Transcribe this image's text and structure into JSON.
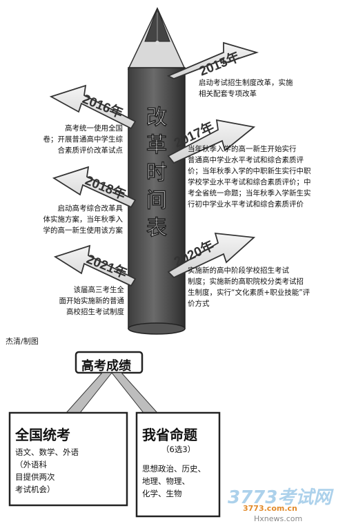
{
  "pencil_title": [
    "改",
    "革",
    "时",
    "间",
    "表"
  ],
  "timeline": [
    {
      "year": "2015年",
      "text": "启动考试招生制度改革，实施\n相关配套专项改革"
    },
    {
      "year": "2016年",
      "text": "高考统一使用全国\n卷；开展普通高中学生综\n合素质评价改革试点"
    },
    {
      "year": "2017年",
      "text": "当年秋季入学的高一新生开始实行\n普通高中学业水平考试和综合素质评\n价；当年秋季入学的中职新生实行中职\n学校学业水平考试和综合素质评价；中\n考全省统一命题；当年秋季入学新生实\n行初中学业水平考试和综合素质评价"
    },
    {
      "year": "2018年",
      "text": "启动高考综合改革具\n体实施方案，当年秋季入\n学的高一新生使用该方案"
    },
    {
      "year": "2020年",
      "text": "实施新的高中阶段学校招生考试\n制度；实施新的高职院校分类考试招\n生制度，实行“文化素质+职业技能”评\n价方式"
    },
    {
      "year": "2021年",
      "text": "该届高三考生全\n面开始实施新的普通\n高校招生考试制度"
    }
  ],
  "credit": "杰清/制图",
  "scores": {
    "title": "高考成绩",
    "left_title": "全国统考",
    "left_text": "语文、数学、外语\n（外语科\n目提供两次\n考试机会）",
    "right_title": "我省命题",
    "right_sub": "（6选3）",
    "right_text": "思想政治、历史、\n地理、物理、\n化学、生物"
  },
  "watermark": {
    "brand": "3773考试网",
    "domain": "3773.com.cn",
    "domain2": "Hxnews.com"
  }
}
